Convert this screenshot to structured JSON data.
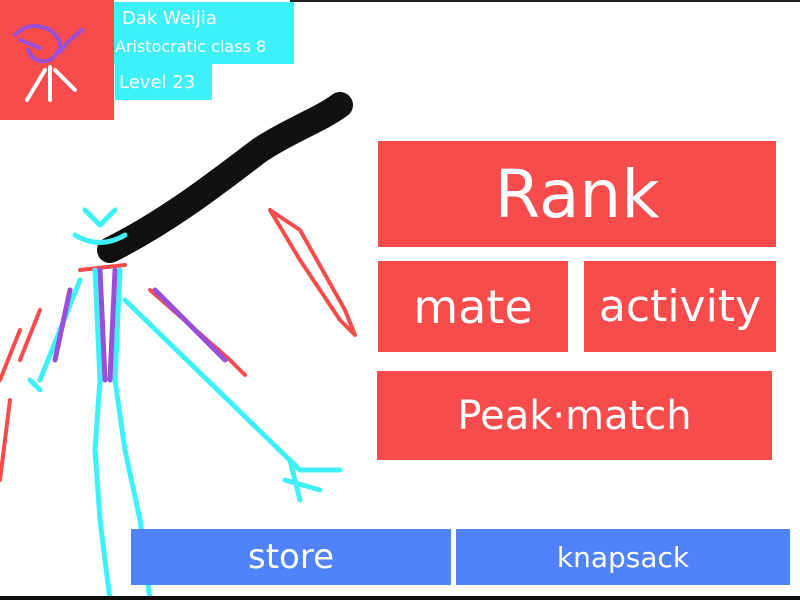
{
  "player": {
    "name": "Dak Weijia",
    "class": "Aristocratic class 8",
    "level": "Level 23",
    "avatar_icon": "stick-figure-avatar-icon"
  },
  "menu": {
    "rank": "Rank",
    "mate": "mate",
    "activity": "activity",
    "peak_match": "Peak·match"
  },
  "bottom": {
    "store": "store",
    "knapsack": "knapsack"
  },
  "colors": {
    "red": "#f84b4b",
    "cyan": "#3ef0f8",
    "blue": "#5082fa",
    "purple": "#9a4fd8"
  }
}
